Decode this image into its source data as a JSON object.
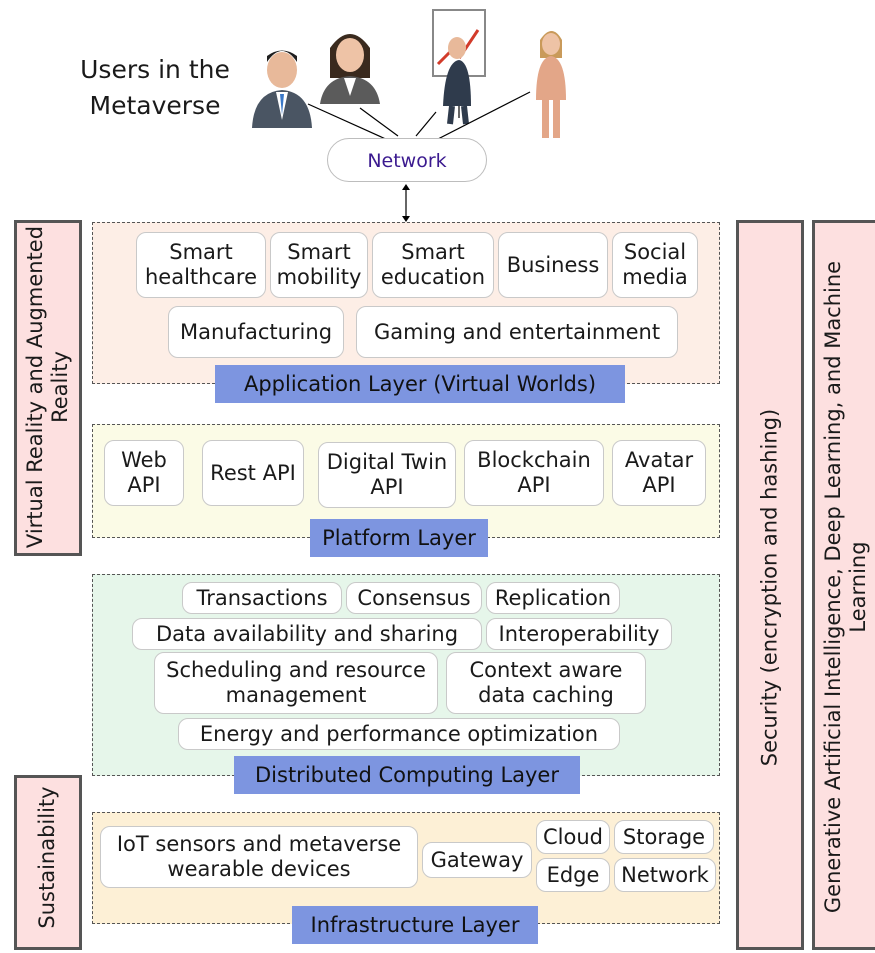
{
  "users_title": "Users in the Metaverse",
  "network_label": "Network",
  "application_layer": {
    "label": "Application Layer (Virtual Worlds)",
    "items": [
      "Smart healthcare",
      "Smart mobility",
      "Smart education",
      "Business",
      "Social media",
      "Manufacturing",
      "Gaming and entertainment"
    ]
  },
  "platform_layer": {
    "label": "Platform Layer",
    "items": [
      "Web API",
      "Rest API",
      "Digital Twin API",
      "Blockchain API",
      "Avatar API"
    ]
  },
  "distributed_layer": {
    "label": "Distributed Computing Layer",
    "items": [
      "Transactions",
      "Consensus",
      "Replication",
      "Data availability and sharing",
      "Interoperability",
      "Scheduling and resource management",
      "Context aware data caching",
      "Energy and performance optimization"
    ]
  },
  "infrastructure_layer": {
    "label": "Infrastructure Layer",
    "items": [
      "IoT sensors and metaverse wearable devices",
      "Gateway",
      "Cloud",
      "Storage",
      "Edge",
      "Network"
    ]
  },
  "side_bars": {
    "vr_ar": "Virtual Reality and Augmented Reality",
    "sustainability": "Sustainability",
    "security": "Security (encryption and hashing)",
    "ai": "Generative Artificial Intelligence, Deep Learning, and Machine Learning"
  },
  "colors": {
    "application_bg": "#fdeee6",
    "platform_bg": "#fbfbe6",
    "distributed_bg": "#e6f6ea",
    "infrastructure_bg": "#fdf0d6",
    "label_bg": "#7d95e0",
    "side_bar_bg": "#fde0e0"
  }
}
